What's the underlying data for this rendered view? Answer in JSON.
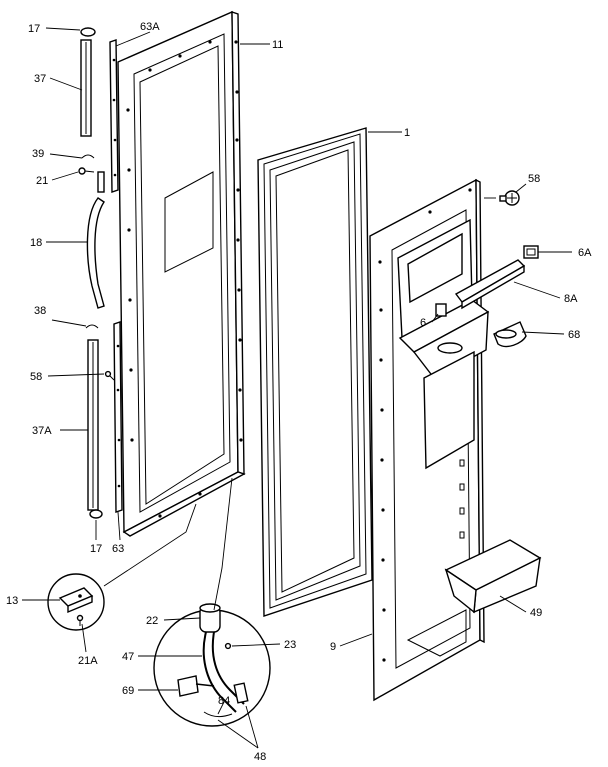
{
  "labels": {
    "p17_top": "17",
    "p63A": "63A",
    "p11": "11",
    "p37": "37",
    "p1": "1",
    "p39": "39",
    "p21": "21",
    "p58_top": "58",
    "p18": "18",
    "p6A": "6A",
    "p8A": "8A",
    "p38": "38",
    "p6": "6",
    "p68": "68",
    "p58_mid": "58",
    "p37A": "37A",
    "p17_bot": "17",
    "p63": "63",
    "p13": "13",
    "p21A": "21A",
    "p22": "22",
    "p23": "23",
    "p9": "9",
    "p49": "49",
    "p47": "47",
    "p69": "69",
    "p84": "84",
    "p48": "48"
  }
}
